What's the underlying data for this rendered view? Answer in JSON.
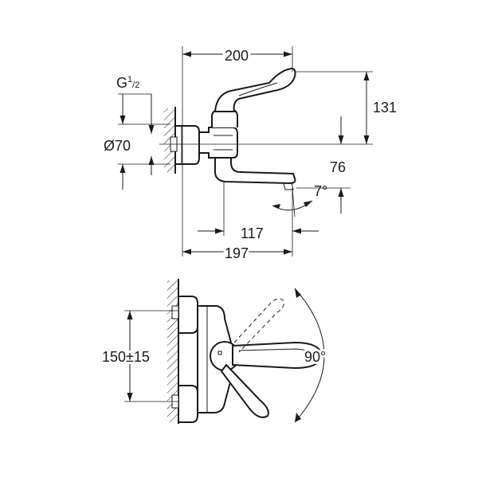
{
  "dimensions": {
    "width_top": "200",
    "height_lever": "131",
    "spout_height": "76",
    "spout_angle": "7°",
    "outlet_distance": "117",
    "total_depth": "197",
    "diameter": "Ø70",
    "thread_main": "G",
    "thread_sup": "1",
    "thread_sub": "/2",
    "spacing": "150±15",
    "rotation_angle": "90°"
  },
  "colors": {
    "line": "#1a1a1a",
    "background": "#ffffff"
  }
}
